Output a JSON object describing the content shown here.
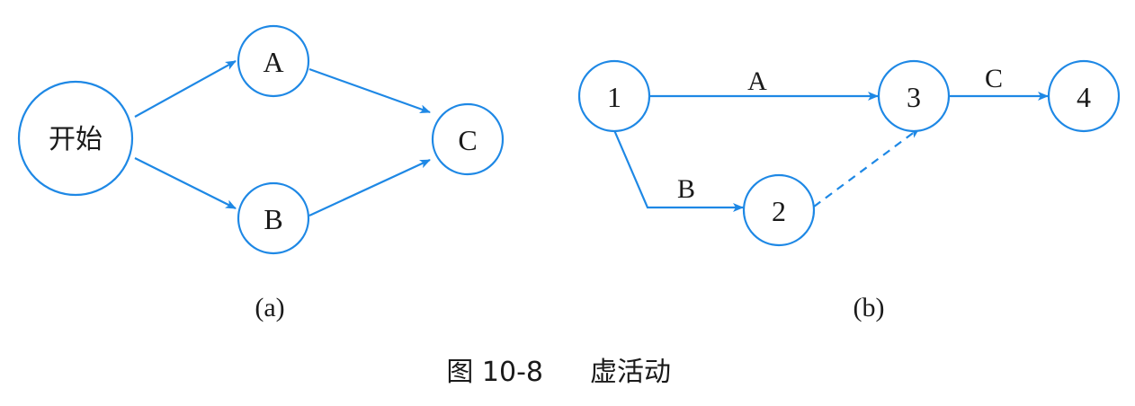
{
  "colors": {
    "stroke": "#1e88e5",
    "text": "#1a1a1a",
    "background": "#ffffff"
  },
  "diagram_a": {
    "nodes": {
      "start": "开始",
      "a": "A",
      "b": "B",
      "c": "C"
    },
    "label": "(a)"
  },
  "diagram_b": {
    "nodes": {
      "n1": "1",
      "n2": "2",
      "n3": "3",
      "n4": "4"
    },
    "edges": {
      "a": "A",
      "b": "B",
      "c": "C"
    },
    "label": "(b)"
  },
  "caption": {
    "number": "图 10-8",
    "title": "虚活动"
  }
}
